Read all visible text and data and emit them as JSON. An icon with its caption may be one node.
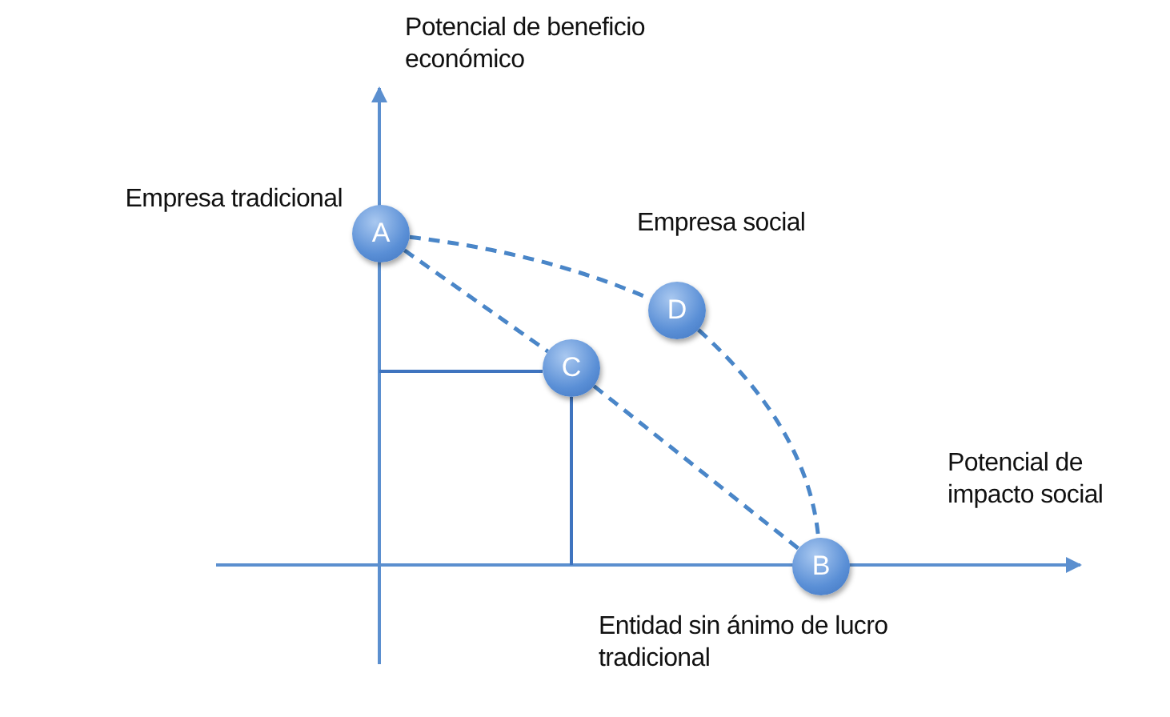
{
  "diagram": {
    "nodes": [
      {
        "text": [
          "A"
        ],
        "beside": [
          "Empresa tradicional"
        ]
      },
      {
        "text": [
          "B"
        ],
        "beside": [
          "Entidad sin ánimo de lucro tradicional"
        ]
      },
      {
        "text": [
          "C"
        ]
      },
      {
        "text": [
          "D"
        ],
        "beside": [
          "Empresa social"
        ]
      }
    ],
    "edges": [
      {
        "from": 0,
        "to": 3,
        "arrow": "none",
        "style": "dashed"
      },
      {
        "from": 3,
        "to": 1,
        "arrow": "none",
        "style": "dashed"
      },
      {
        "from": 0,
        "to": 2,
        "arrow": "none",
        "style": "dashed"
      },
      {
        "from": 2,
        "to": 1,
        "arrow": "none",
        "style": "dashed"
      }
    ],
    "labels": [
      "Potencial de beneficio económico",
      "Potencial de impacto social"
    ]
  }
}
